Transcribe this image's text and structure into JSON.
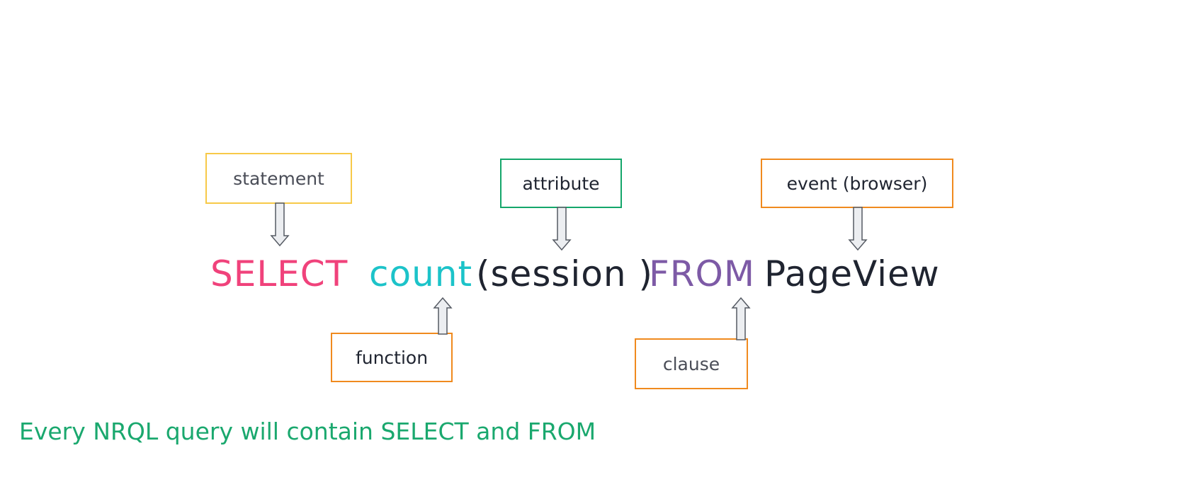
{
  "labels": {
    "statement": "statement",
    "attribute": "attribute",
    "event": "event (browser)",
    "function": "function",
    "clause": "clause"
  },
  "query": {
    "select": "SELECT",
    "count": "count",
    "session": "(session )",
    "from": "FROM",
    "pageview": "PageView"
  },
  "caption": "Every NRQL query will contain SELECT and FROM",
  "colors": {
    "select": "#f0427b",
    "count": "#1cc3c9",
    "session": "#1f2430",
    "from": "#7d5aa6",
    "pageview": "#1f2430",
    "caption": "#1aa86e",
    "statement_border": "#f7c948",
    "attribute_border": "#14a66a",
    "orange_border": "#f08a1e",
    "arrow_fill": "#eceef1",
    "arrow_stroke": "#555a63"
  }
}
